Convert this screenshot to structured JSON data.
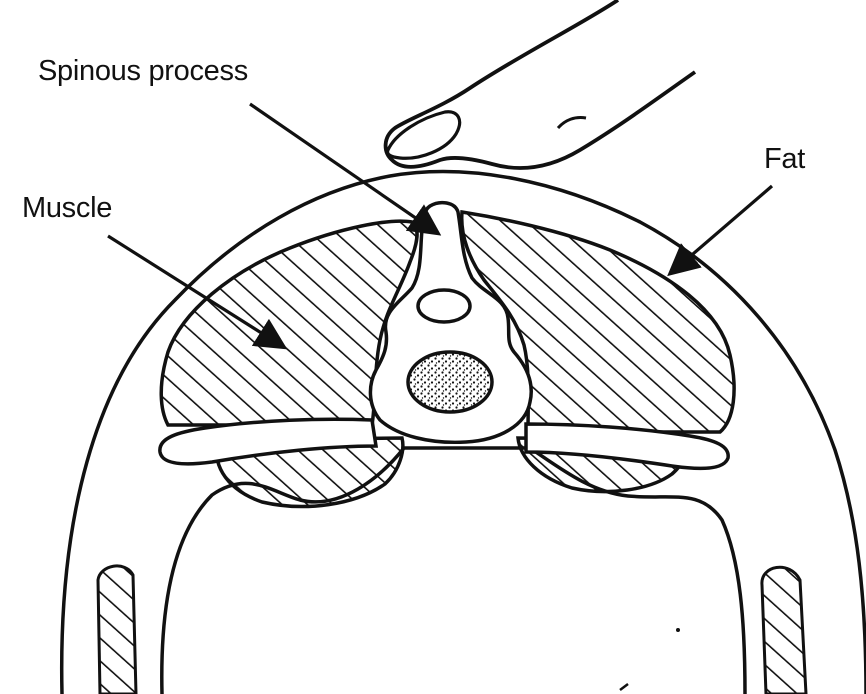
{
  "labels": {
    "spinous_process": "Spinous process",
    "muscle": "Muscle",
    "fat": "Fat"
  },
  "colors": {
    "ink": "#111111",
    "background": "#ffffff"
  }
}
